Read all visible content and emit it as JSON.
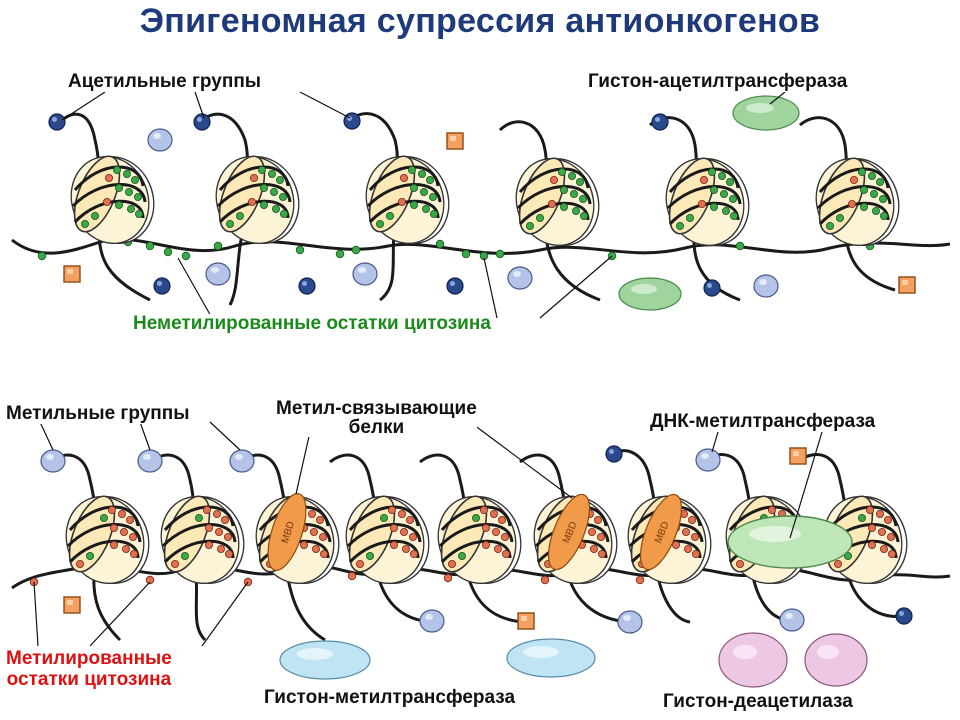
{
  "title": "Эпигеномная супрессия антионкогенов",
  "top_panel": {
    "labels": {
      "acetyl": "Ацетильные группы",
      "hat": "Гистон-ацетилтрансфераза",
      "unmethylated": "Неметилированные остатки цитозина"
    }
  },
  "bottom_panel": {
    "labels": {
      "methyl": "Метильные группы",
      "mbp": "Метил-связывающие\nбелки",
      "dnmt": "ДНК-метилтрансфераза",
      "methylated": "Метилированные\nостатки цитозина",
      "hmt": "Гистон-метилтрансфераза",
      "hdac": "Гистон-деацетилаза"
    },
    "mbd_text": "MBD"
  },
  "colors": {
    "title": "#1f3a7a",
    "label_green": "#1a8a1a",
    "label_red": "#dd1111",
    "histone": "#fde9b8",
    "dna": "#1a1a1a",
    "cytosine_unmethylated": "#3aa84a",
    "cytosine_methylated": "#e07050",
    "acetyl": "#2b4a8c",
    "methyl": "#b4c4e8",
    "hat_enzyme": "#9fd49f",
    "dnmt_enzyme": "#bfe6b8",
    "hmt_enzyme": "#bfe4f4",
    "hdac_enzyme": "#ecc8e4",
    "mbd_protein": "#f09a4a",
    "cofactor": "#f4a060"
  }
}
